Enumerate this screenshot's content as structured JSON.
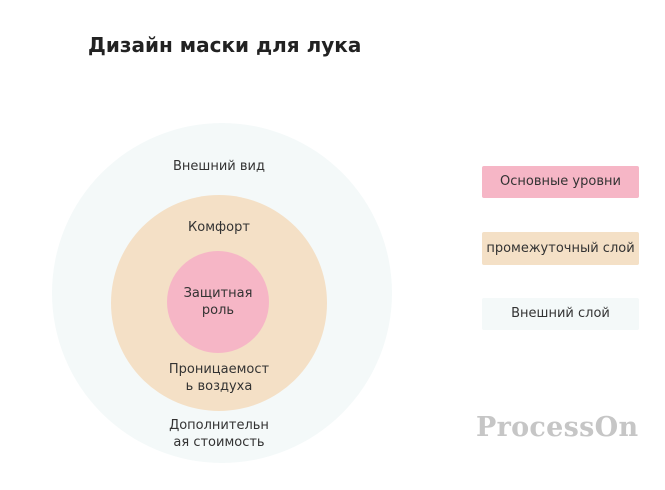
{
  "title": "Дизайн маски для лука",
  "colors": {
    "outer": "#f4f9f9",
    "middle": "#f4e0c6",
    "inner": "#f6b6c6"
  },
  "rings": {
    "outer": {
      "top_label": "Внешний вид",
      "bottom_label": "Дополнительн ая стоимость"
    },
    "middle": {
      "top_label": "Комфорт",
      "bottom_label": "Проницаемост ь воздуха"
    },
    "inner": {
      "label": "Защитная роль"
    }
  },
  "legend": [
    {
      "label": "Основные уровни",
      "color": "#f6b6c6"
    },
    {
      "label": "промежуточный слой",
      "color": "#f4e0c6"
    },
    {
      "label": "Внешний слой",
      "color": "#f4f9f9"
    }
  ],
  "watermark": "ProcessOn"
}
